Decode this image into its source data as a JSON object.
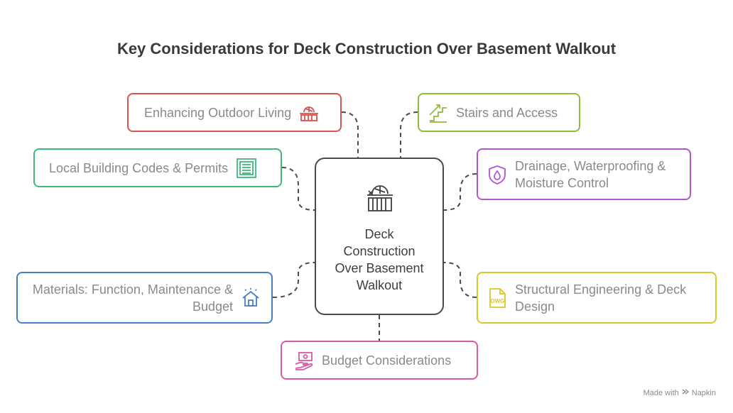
{
  "title": "Key Considerations for Deck Construction Over Basement Walkout",
  "center": {
    "label": "Deck Construction Over Basement Walkout",
    "icon": "deck-icon"
  },
  "nodes": [
    {
      "label": "Enhancing Outdoor Living",
      "icon": "deck-icon",
      "color": "#d9534f"
    },
    {
      "label": "Stairs and Access",
      "icon": "stairs-icon",
      "color": "#8fbc3a"
    },
    {
      "label": "Local Building Codes & Permits",
      "icon": "document-icon",
      "color": "#3fb77d"
    },
    {
      "label": "Drainage, Waterproofing & Moisture Control",
      "icon": "water-shield-icon",
      "color": "#b456d1"
    },
    {
      "label": "Materials: Function, Maintenance & Budget",
      "icon": "house-icon",
      "color": "#4a7ec4"
    },
    {
      "label": "Structural Engineering & Deck Design",
      "icon": "dwg-file-icon",
      "color": "#d8c62a"
    },
    {
      "label": "Budget Considerations",
      "icon": "money-hand-icon",
      "color": "#d45aa3"
    }
  ],
  "footer": {
    "made_with": "Made with",
    "brand": "Napkin"
  }
}
